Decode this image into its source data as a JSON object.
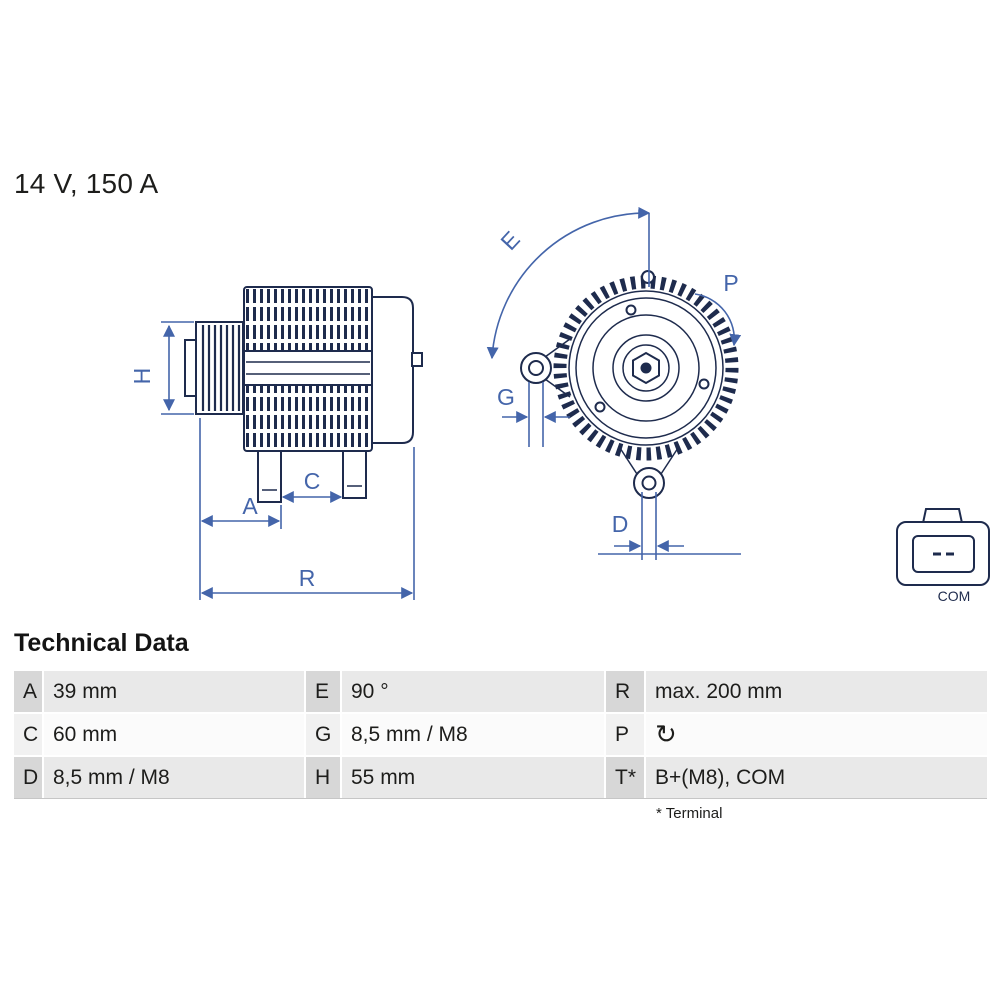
{
  "title": "14 V, 150 A",
  "diagram": {
    "dim_labels": {
      "H": "H",
      "C": "C",
      "A": "A",
      "R": "R",
      "E": "E",
      "P": "P",
      "G": "G",
      "D": "D"
    },
    "connector": {
      "label": "COM"
    },
    "colors": {
      "part_line": "#1e2b4d",
      "dimension": "#4465aa"
    }
  },
  "technical_data": {
    "heading": "Technical Data",
    "footnote": "* Terminal",
    "rows": [
      [
        {
          "k": "A",
          "v": "39 mm"
        },
        {
          "k": "E",
          "v": "90 °"
        },
        {
          "k": "R",
          "v": "max. 200 mm"
        }
      ],
      [
        {
          "k": "C",
          "v": "60 mm"
        },
        {
          "k": "G",
          "v": "8,5 mm / M8"
        },
        {
          "k": "P",
          "v": "↻"
        }
      ],
      [
        {
          "k": "D",
          "v": "8,5 mm / M8"
        },
        {
          "k": "H",
          "v": "55 mm"
        },
        {
          "k": "T*",
          "v": "B+(M8), COM"
        }
      ]
    ]
  }
}
